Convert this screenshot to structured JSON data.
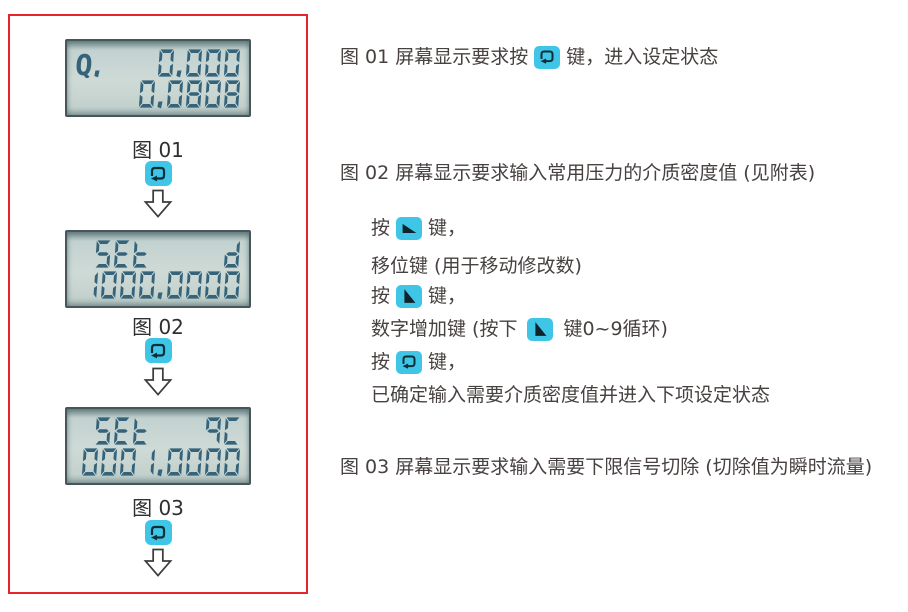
{
  "colors": {
    "frame_red": "#e6232f",
    "key_cyan": "#3fc6e6",
    "lcd_background": "#cfdad6",
    "lcd_segment": "#35637a",
    "text": "#474140"
  },
  "figures": [
    {
      "label": "图 01",
      "screen": {
        "row1_left": "Q.",
        "row1_right": "0.000",
        "row2_left": "",
        "row2_right": "0.0808"
      }
    },
    {
      "label": "图 02",
      "screen": {
        "row1_left": " SEt",
        "row1_right": "d",
        "row2_left": "",
        "row2_right": "1000.0000"
      }
    },
    {
      "label": "图 03",
      "screen": {
        "row1_left": " SEt",
        "row1_right": "9C",
        "row2_left": "",
        "row2_right": "0001.0000"
      }
    }
  ],
  "icons": {
    "enter_key": "enter-loop",
    "shift_key": "triangle-flat-bottom",
    "increment_key": "triangle-tall-left",
    "flow_arrow": "hollow-down-arrow"
  },
  "notes": {
    "fig01_pre": "图 01 屏幕显示要求按",
    "fig01_post": "键，进入设定状态",
    "fig02": "图 02 屏幕显示要求输入常用压力的介质密度值 (见附表)",
    "step1_pre": "按",
    "step1_post": "键，",
    "step1_desc": "移位键 (用于移动修改数)",
    "step2_pre": "按",
    "step2_post": "键，",
    "step2_desc_pre": "数字增加键 (按下",
    "step2_desc_post": "键0~9循环)",
    "step3_pre": "按",
    "step3_post": "键，",
    "step3_desc": "已确定输入需要介质密度值并进入下项设定状态",
    "fig03": "图 03 屏幕显示要求输入需要下限信号切除 (切除值为瞬时流量)"
  }
}
